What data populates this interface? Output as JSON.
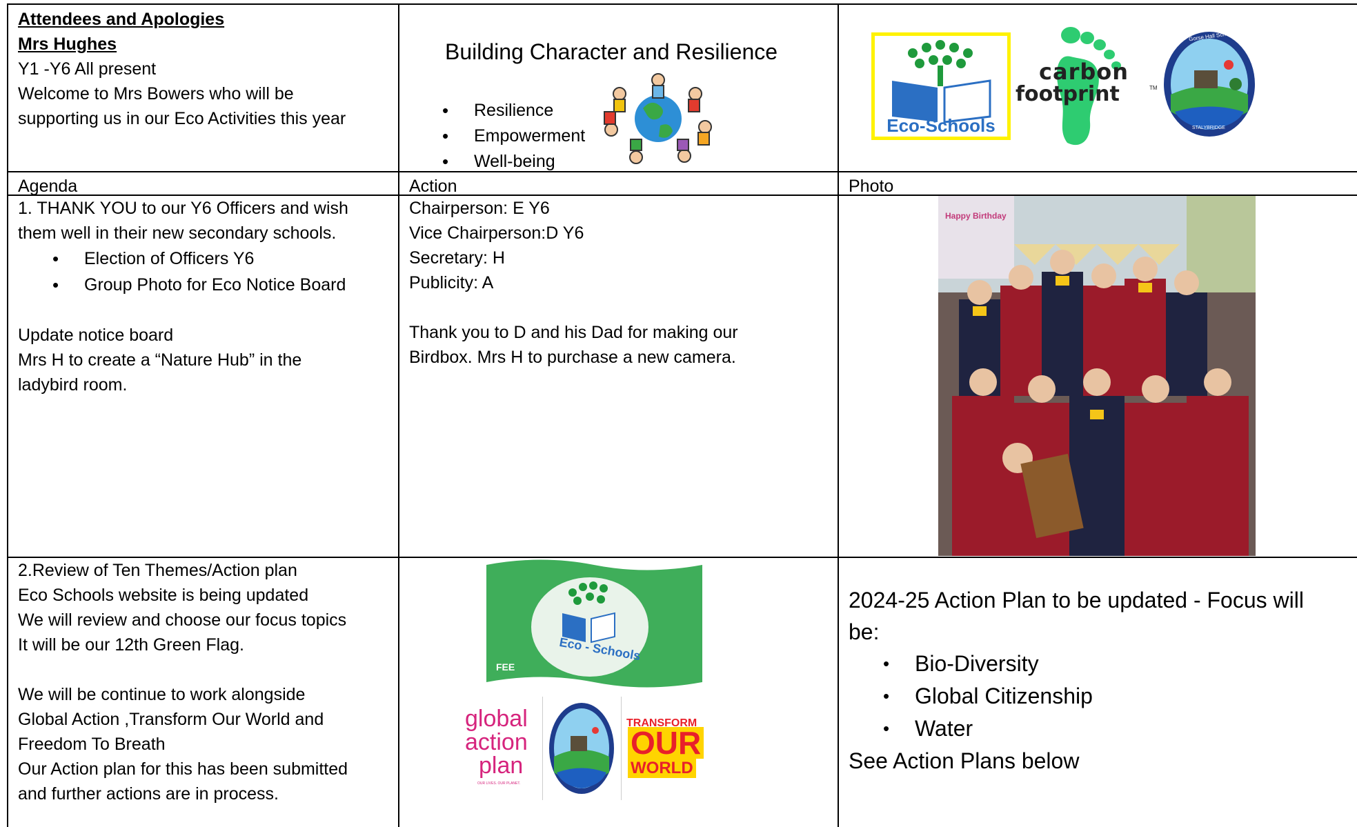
{
  "row1": {
    "col1": {
      "heading": "Attendees and Apologies",
      "name": "Mrs Hughes",
      "line1": "Y1 -Y6 All present",
      "line2": "Welcome to Mrs Bowers who will be",
      "line3": "supporting us in our Eco Activities this year"
    },
    "col2": {
      "title": "Building Character and Resilience",
      "bullets": [
        "Resilience",
        "Empowerment",
        "Well-being"
      ]
    },
    "col3": {
      "logos": {
        "eco_schools": "Eco-Schools",
        "carbon_1": "carbon",
        "carbon_2": "footprint",
        "tm": "TM",
        "school_badge": "Gorse Hall School",
        "school_badge_bottom": "STALYBRIDGE"
      }
    }
  },
  "headers": {
    "agenda": "Agenda",
    "action": "Action",
    "photo": "Photo"
  },
  "row2": {
    "agenda": {
      "line1": "1. THANK YOU to our Y6 Officers and wish",
      "line2": "them well in their new secondary schools.",
      "bullets": [
        "Election of Officers Y6",
        "Group Photo for Eco Notice Board"
      ],
      "line3": "Update notice board",
      "line4": "Mrs H to create a “Nature Hub” in the",
      "line5": "ladybird room."
    },
    "action": {
      "line1": "Chairperson: E Y6",
      "line2": "Vice Chairperson:D Y6",
      "line3": "Secretary: H",
      "line4": "Publicity: A",
      "line5": "Thank you to D and his Dad for making our",
      "line6": "Birdbox. Mrs H to purchase a new camera."
    },
    "photo": {
      "banner": "Happy Birthday"
    }
  },
  "row3": {
    "agenda": {
      "line1": "2.Review of Ten Themes/Action plan",
      "line2": "Eco Schools website is being updated",
      "line3": "We will review and choose our focus topics",
      "line4": "It will be our 12th Green Flag.",
      "line5": "We will be continue to work alongside",
      "line6": "Global Action ,Transform Our World and",
      "line7": "Freedom To Breath",
      "line8": "Our Action plan for this has been submitted",
      "line9": "and further actions are in process."
    },
    "action": {
      "flag_text": "Eco - Schools",
      "fee": "FEE",
      "gap_1": "global",
      "gap_2": "action",
      "gap_3": "plan",
      "gap_small": "OUR LIVES. OUR PLANET.",
      "tow_1": "TRANSFORM",
      "tow_2": "OUR",
      "tow_3": "WORLD"
    },
    "photo": {
      "line1": "2024-25 Action Plan to be updated - Focus will",
      "line2": "be:",
      "bullets": [
        "Bio-Diversity",
        "Global Citizenship",
        "Water"
      ],
      "line3": "See Action Plans below"
    }
  },
  "colors": {
    "eco_green": "#1f9a3c",
    "carbon_green": "#2ecc71",
    "flag_green": "#3fae5a",
    "blazer_red": "#9b1b2a",
    "gap_pink": "#d6247d",
    "tow_red": "#e8202a",
    "tow_yellow": "#ffd400"
  }
}
